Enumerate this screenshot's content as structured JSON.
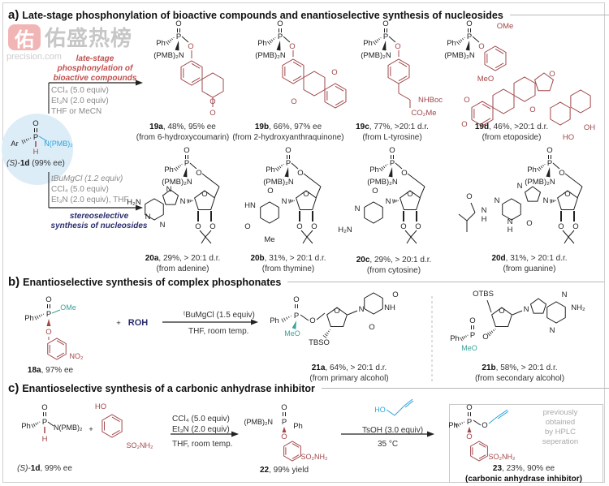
{
  "watermark": {
    "logo_char": "佑",
    "name": "佑盛热榜",
    "url": "precision.com"
  },
  "colors": {
    "product": "#a0474a",
    "reagent": "#2ea3d8",
    "navy": "#2b2d6e",
    "teal": "#3aa39a",
    "grey": "#8a8a8a"
  },
  "sections": {
    "a": {
      "letter": "a)",
      "title": "Late-stage phosphonylation of bioactive compounds and enantioselective synthesis of nucleosides"
    },
    "b": {
      "letter": "b)",
      "title": "Enantioselective synthesis of complex phosphonates"
    },
    "c": {
      "letter": "c)",
      "title": "Enantioselective synthesis of a carbonic anhydrase inhibitor"
    }
  },
  "atoms": {
    "P": "P",
    "O": "O",
    "Ph": "Ph",
    "PMB2N": "(PMB)₂N",
    "NPMB2": "N(PMB)₂",
    "Ar": "Ar",
    "H": "H",
    "OMe": "OMe",
    "MeO": "MeO",
    "NHBoc": "NHBoc",
    "CO2Me": "CO₂Me",
    "H2N": "H₂N",
    "NH2": "NH₂",
    "N": "N",
    "HN": "HN",
    "NH": "NH",
    "Me": "Me",
    "HO": "HO",
    "OH": "OH",
    "TBSO": "TBSO",
    "OTBS": "OTBS",
    "NO2": "NO₂",
    "SO2NH2": "SO₂NH₂",
    "ROH": "ROH",
    "plus": "+"
  },
  "section_a": {
    "late_stage_label": [
      "late-stage",
      "phosphonylation of",
      "bioactive compounds"
    ],
    "conditions_top": [
      "CCl₄ (5.0 equiv)",
      "Et₃N (2.0 equiv)",
      "THF or MeCN"
    ],
    "conditions_bottom": [
      "tBuMgCl (1.2 equiv)",
      "CCl₄ (5.0 equiv)",
      "Et₃N (2.0 equiv), THF"
    ],
    "nucleoside_label": [
      "stereoselective",
      "synthesis of nucleosides"
    ],
    "reagent": {
      "prefix": "(S)-",
      "id": "1d",
      "suffix": " (99% ee)"
    },
    "products_19": [
      {
        "id": "19a",
        "result": ", 48%, 95% ee",
        "source": "(from 6-hydroxycoumarin)"
      },
      {
        "id": "19b",
        "result": ", 66%, 97% ee",
        "source": "(from 2-hydroxyanthraquinone)"
      },
      {
        "id": "19c",
        "result": ", 77%, >20:1 d.r.",
        "source": "(from L-tyrosine)"
      },
      {
        "id": "19d",
        "result": ", 46%, >20:1 d.r.",
        "source": "(from etoposide)"
      }
    ],
    "products_20": [
      {
        "id": "20a",
        "result": ", 29%, > 20:1 d.r.",
        "source": "(from adenine)"
      },
      {
        "id": "20b",
        "result": ", 31%, > 20:1 d.r.",
        "source": "(from thymine)"
      },
      {
        "id": "20c",
        "result": ", 29%, > 20:1 d.r.",
        "source": "(from cytosine)"
      },
      {
        "id": "20d",
        "result": ", 31%, > 20:1 d.r.",
        "source": "(from guanine)"
      }
    ]
  },
  "section_b": {
    "start": {
      "id": "18a",
      "result": ", 97% ee"
    },
    "conditions_above": "ᵗBuMgCl (1.5 equiv)",
    "conditions_below": "THF, room temp.",
    "products": [
      {
        "id": "21a",
        "result": ",  64%, > 20:1 d.r.",
        "source": "(from primary alcohol)"
      },
      {
        "id": "21b",
        "result": ", 58%, > 20:1 d.r.",
        "source": "(from secondary alcohol)"
      }
    ]
  },
  "section_c": {
    "start": {
      "prefix": "(S)-",
      "id": "1d",
      "result": ", 99% ee"
    },
    "step1_above": [
      "CCl₄ (5.0 equiv)",
      "Et₃N (2.0 equiv)"
    ],
    "step1_below": "THF, room temp.",
    "intermediate": {
      "id": "22",
      "result": ", 99% yield"
    },
    "step2_reagent": "HO",
    "step2_above": "TsOH (3.0 equiv)",
    "step2_below": "35 °C",
    "product": {
      "id": "23",
      "result": ", 23%, 90% ee",
      "name": "(carbonic anhydrase inhibitor)"
    },
    "note": [
      "previously",
      "obtained",
      "by HPLC",
      "seperation"
    ]
  }
}
